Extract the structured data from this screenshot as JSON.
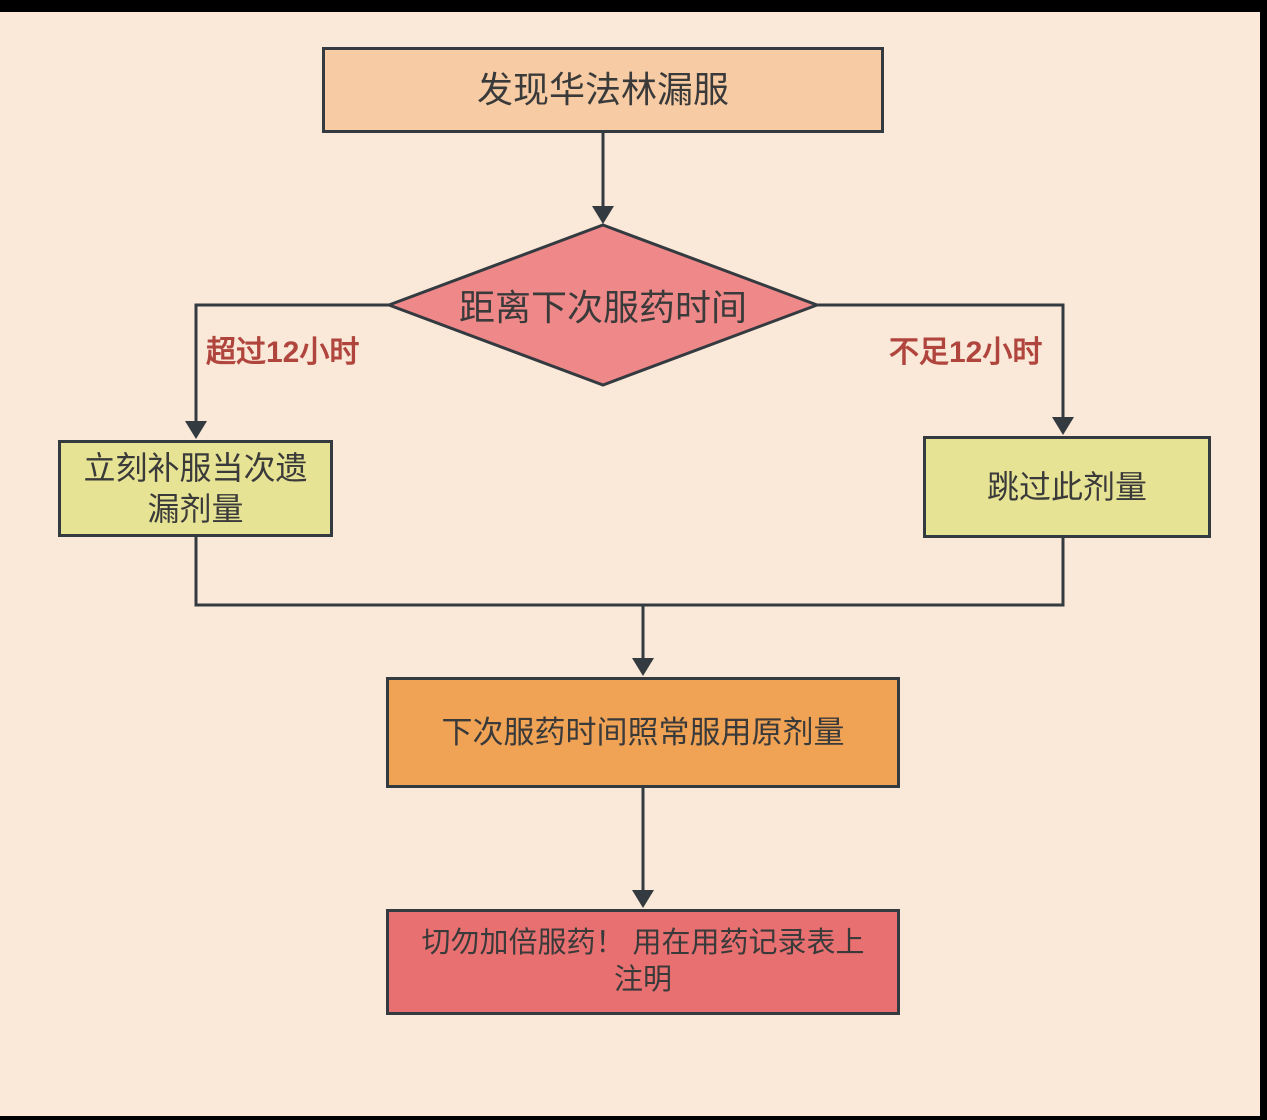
{
  "diagram": {
    "background_color": "#FAE8D8",
    "frame_color": "#000000",
    "line_color": "#333A40",
    "text_color": "#3A3A3A",
    "branch_label_color": "#B0453E",
    "nodes": {
      "start": {
        "label": "发现华法林漏服",
        "type": "process",
        "fill": "#F7CBA3"
      },
      "decision": {
        "label": "距离下次服药时间",
        "type": "decision",
        "fill": "#EF8989"
      },
      "catchup": {
        "label": "立刻补服当次遗\n漏剂量",
        "type": "process",
        "fill": "#E7E394"
      },
      "skip": {
        "label": "跳过此剂量",
        "type": "process",
        "fill": "#E7E394"
      },
      "resume": {
        "label": "下次服药时间照常服用原剂量",
        "type": "process",
        "fill": "#F0A355"
      },
      "warning": {
        "label": "切勿加倍服药！ 用在用药记录表上\n注明",
        "type": "process",
        "fill": "#E87070"
      }
    },
    "edge_labels": {
      "over_12h": "超过12小时",
      "under_12h": "不足12小时"
    }
  }
}
